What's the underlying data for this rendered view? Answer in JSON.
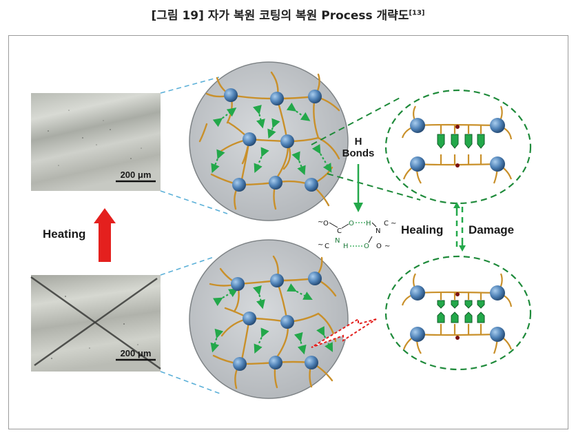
{
  "caption": {
    "main": "[그림 19] 자가 복원 코팅의 복원 Process 개략도",
    "ref": "[13]"
  },
  "micrographs": [
    {
      "scale": "200 μm"
    },
    {
      "scale": "200 μm"
    }
  ],
  "labels": {
    "heating": "Heating",
    "h_bonds_h": "H",
    "h_bonds": "Bonds",
    "healing": "Healing",
    "damage": "Damage"
  },
  "chemistry": {
    "o": "O",
    "n": "N",
    "h": "H",
    "c": "C"
  },
  "colors": {
    "chain": "#c9902a",
    "node": "#4f82b7",
    "bond": "#23a84a",
    "dashed": "#1e8a3a",
    "leader": "#5bb0d8",
    "arrow_red": "#e4201e",
    "circle_fill": "#c4c8cc"
  }
}
